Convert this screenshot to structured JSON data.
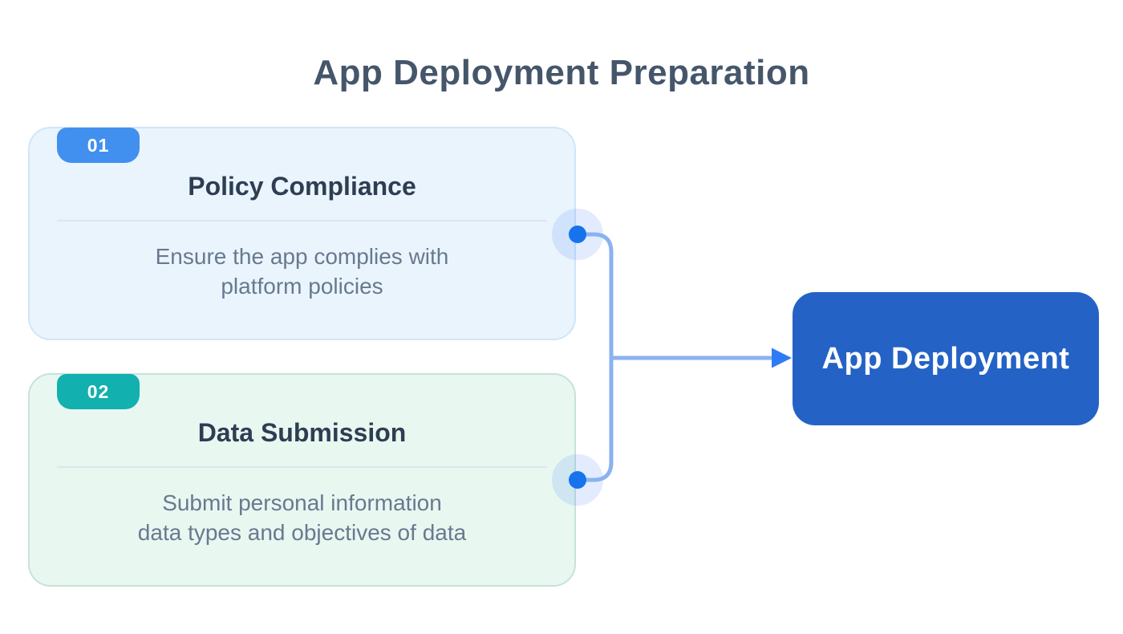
{
  "title": "App Deployment Preparation",
  "cards": [
    {
      "number": "01",
      "title": "Policy Compliance",
      "description": "Ensure the app complies with\nplatform policies",
      "accent": "#4190ef",
      "bg": "#eaf4fd",
      "border": "#cfe6f8"
    },
    {
      "number": "02",
      "title": "Data Submission",
      "description": "Submit personal information\ndata types and objectives of data",
      "accent": "#12b0ae",
      "bg": "#e9f7f1",
      "border": "#c5e3da"
    }
  ],
  "result": {
    "label": "App Deployment",
    "bg": "#2463c5",
    "text_color": "#ffffff"
  },
  "colors": {
    "title_text": "#45566b",
    "card_title_text": "#2e3e52",
    "description_text": "#68798f",
    "divider": "#e0e5ea",
    "connector_line": "#8ab2f1",
    "connector_arrow": "#2e7cf5",
    "node_dot": "#1673ec",
    "node_halo": "rgba(59,130,246,0.15)"
  }
}
